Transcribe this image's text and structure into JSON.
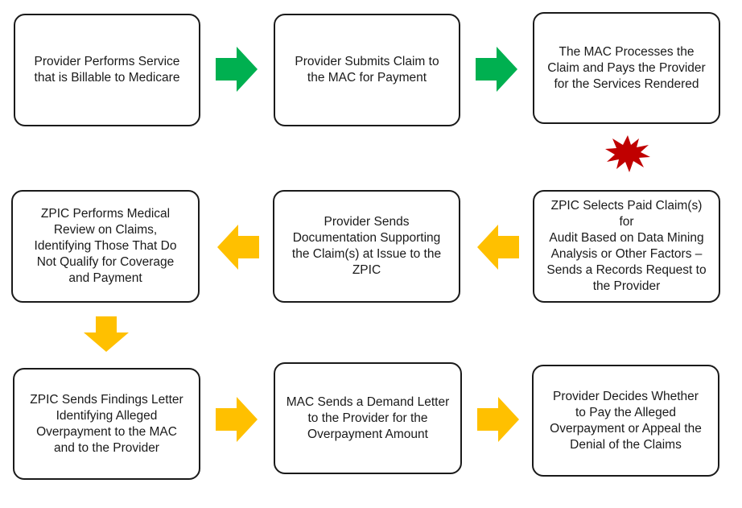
{
  "diagram": {
    "row1": [
      {
        "label": "Provider Performs Service\nthat is Billable to Medicare"
      },
      {
        "label": "Provider Submits Claim  to\nthe MAC for Payment"
      },
      {
        "label": "The MAC Processes the\nClaim and Pays the Provider\nfor the Services Rendered"
      }
    ],
    "row2": [
      {
        "label": "ZPIC Performs Medical\nReview on Claims,\nIdentifying Those That Do\nNot Qualify for Coverage\nand Payment"
      },
      {
        "label": "Provider Sends\nDocumentation Supporting\nthe Claim(s) at Issue to the\nZPIC"
      },
      {
        "label": "ZPIC Selects Paid Claim(s) for\nAudit Based on Data Mining\nAnalysis or Other Factors –\nSends a Records Request to\nthe Provider"
      }
    ],
    "row3": [
      {
        "label": "ZPIC Sends Findings Letter\nIdentifying Alleged\nOverpayment to the MAC\nand to the Provider"
      },
      {
        "label": "MAC Sends a Demand Letter\nto the Provider for the\nOverpayment Amount"
      },
      {
        "label": "Provider Decides Whether\nto Pay the Alleged\nOverpayment or Appeal the\nDenial of the Claims"
      }
    ],
    "colors": {
      "green_arrow": "#00b050",
      "yellow_arrow": "#ffc000",
      "burst": "#c00000",
      "border": "#1a1a1a"
    }
  }
}
